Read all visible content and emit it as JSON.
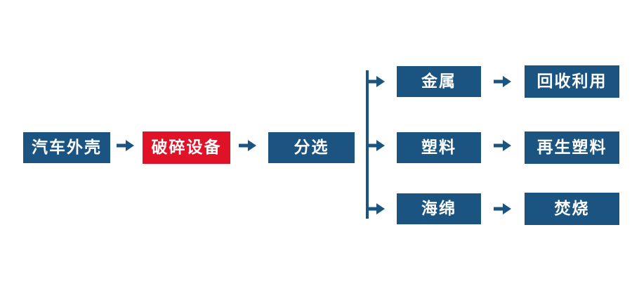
{
  "colors": {
    "node_blue": "#1b5480",
    "node_red": "#e01228",
    "arrow_blue": "#1b5480",
    "text_white": "#ffffff",
    "background": "#ffffff"
  },
  "icons": {
    "arrow_right": "→"
  },
  "flow": {
    "source": {
      "label": "汽车外壳"
    },
    "process": {
      "label": "破碎设备"
    },
    "sorter": {
      "label": "分选"
    }
  },
  "branches": [
    {
      "material": "金属",
      "outcome": "回收利用"
    },
    {
      "material": "塑料",
      "outcome": "再生塑料"
    },
    {
      "material": "海绵",
      "outcome": "焚烧"
    }
  ]
}
